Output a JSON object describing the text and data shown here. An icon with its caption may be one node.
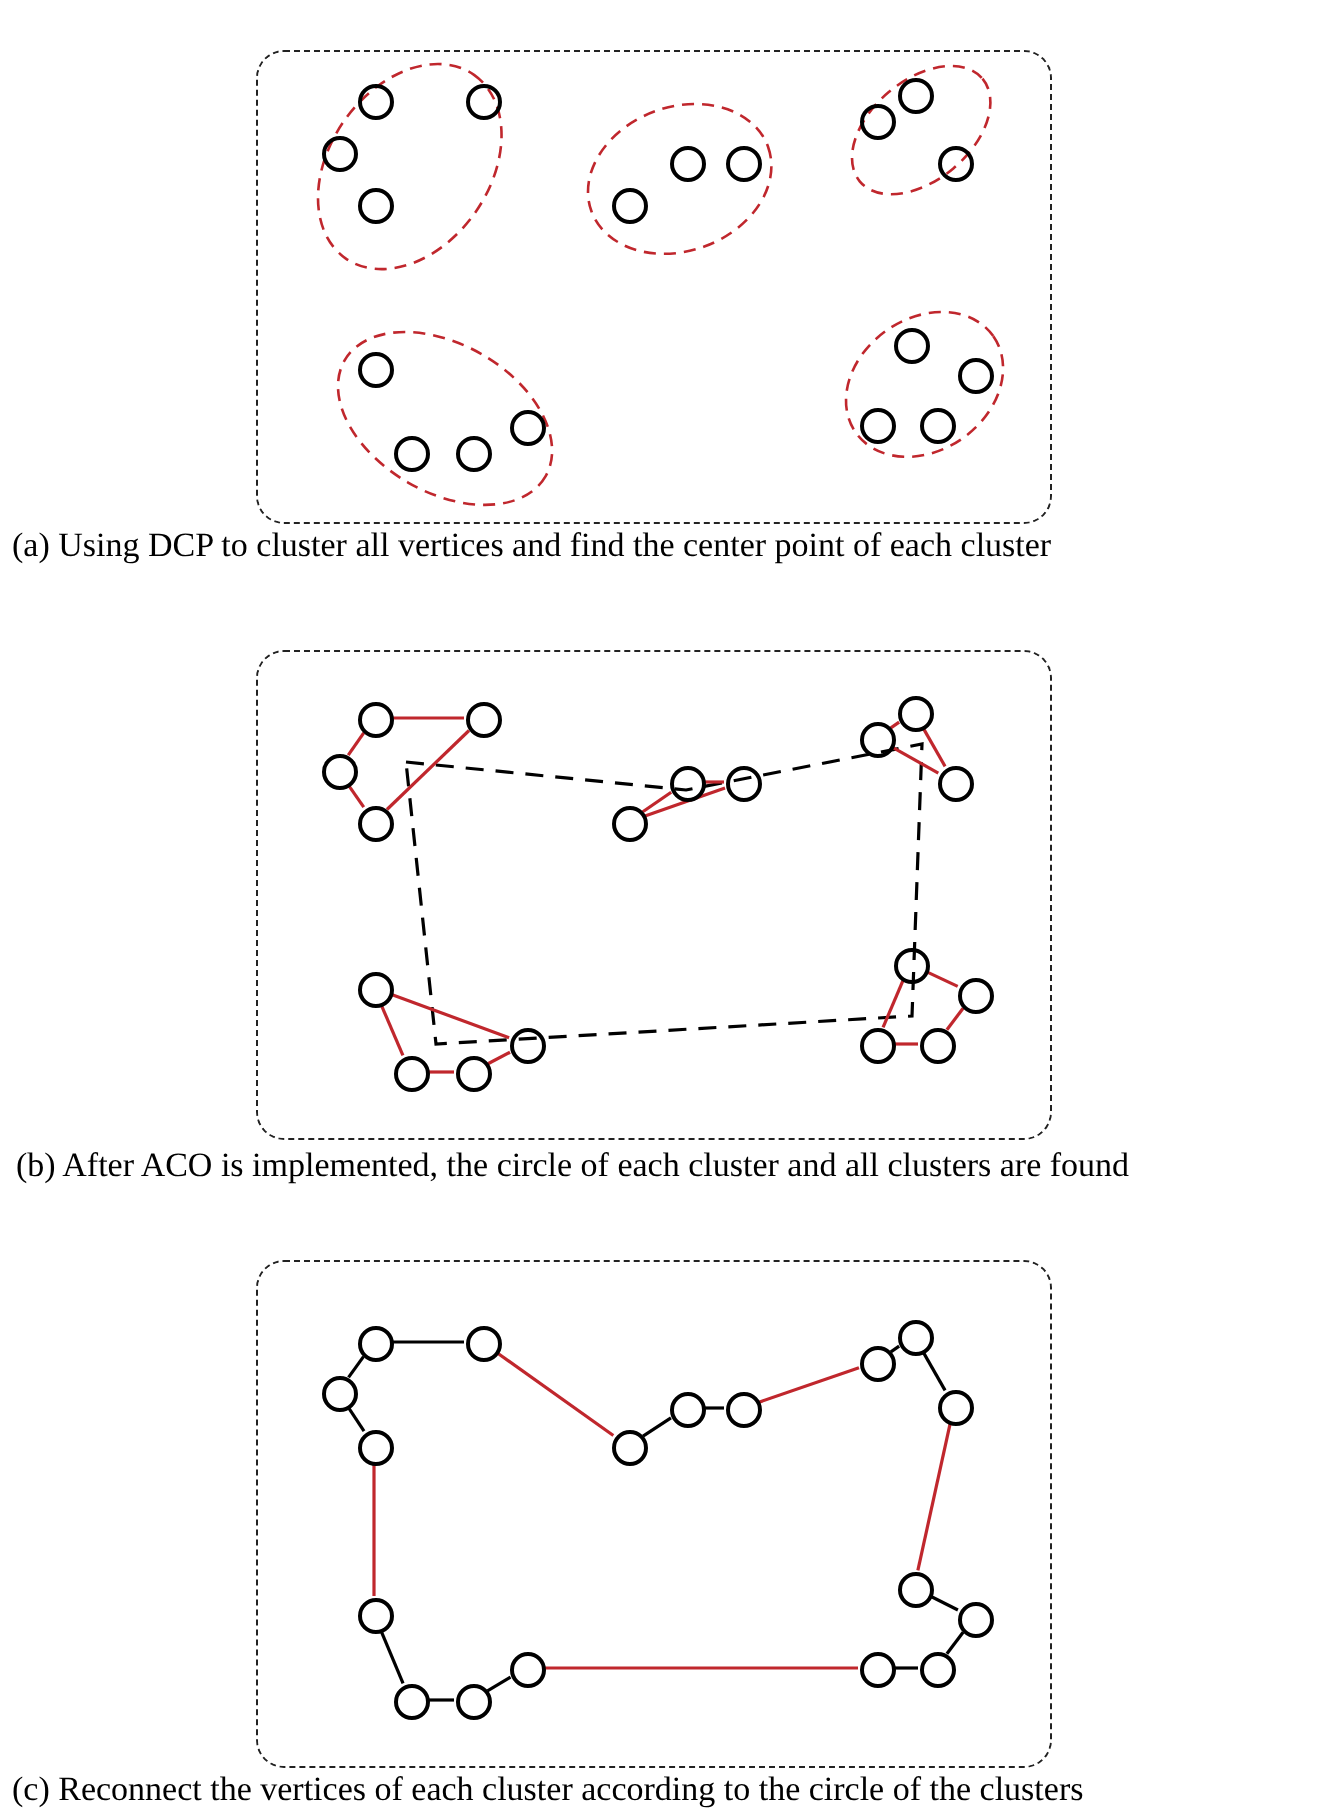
{
  "diagram": {
    "nodes": [
      {
        "text": [],
        "shape": "box",
        "beside": [
          "(a) Using DCP to cluster all vertices and find the center point of each cluster"
        ]
      },
      {
        "text": [],
        "shape": "ellipse",
        "in": 0
      },
      {
        "text": [],
        "shape": "circle",
        "in": 1
      },
      {
        "text": [],
        "shape": "circle",
        "in": 1
      },
      {
        "text": [],
        "shape": "circle",
        "in": 1
      },
      {
        "text": [],
        "shape": "circle",
        "in": 1
      },
      {
        "text": [],
        "shape": "ellipse",
        "in": 0
      },
      {
        "text": [],
        "shape": "circle",
        "in": 6
      },
      {
        "text": [],
        "shape": "circle",
        "in": 6
      },
      {
        "text": [],
        "shape": "circle",
        "in": 6
      },
      {
        "text": [],
        "shape": "ellipse",
        "in": 0
      },
      {
        "text": [],
        "shape": "circle",
        "in": 10
      },
      {
        "text": [],
        "shape": "circle",
        "in": 10
      },
      {
        "text": [],
        "shape": "circle",
        "in": 10
      },
      {
        "text": [],
        "shape": "ellipse",
        "in": 0
      },
      {
        "text": [],
        "shape": "circle",
        "in": 14
      },
      {
        "text": [],
        "shape": "circle",
        "in": 14
      },
      {
        "text": [],
        "shape": "circle",
        "in": 14
      },
      {
        "text": [],
        "shape": "circle",
        "in": 14
      },
      {
        "text": [],
        "shape": "ellipse",
        "in": 0
      },
      {
        "text": [],
        "shape": "circle",
        "in": 19
      },
      {
        "text": [],
        "shape": "circle",
        "in": 19
      },
      {
        "text": [],
        "shape": "circle",
        "in": 19
      },
      {
        "text": [],
        "shape": "circle",
        "in": 19
      },
      {
        "text": [],
        "shape": "box",
        "beside": [
          "(b) After ACO is implemented, the circle of each cluster and all clusters are found"
        ]
      },
      {
        "text": [],
        "shape": "circle",
        "in": 24
      },
      {
        "text": [],
        "shape": "circle",
        "in": 24
      },
      {
        "text": [],
        "shape": "circle",
        "in": 24
      },
      {
        "text": [],
        "shape": "circle",
        "in": 24
      },
      {
        "text": [],
        "shape": "circle",
        "in": 24
      },
      {
        "text": [],
        "shape": "circle",
        "in": 24
      },
      {
        "text": [],
        "shape": "circle",
        "in": 24
      },
      {
        "text": [],
        "shape": "circle",
        "in": 24
      },
      {
        "text": [],
        "shape": "circle",
        "in": 24
      },
      {
        "text": [],
        "shape": "circle",
        "in": 24
      },
      {
        "text": [],
        "shape": "circle",
        "in": 24
      },
      {
        "text": [],
        "shape": "circle",
        "in": 24
      },
      {
        "text": [],
        "shape": "circle",
        "in": 24
      },
      {
        "text": [],
        "shape": "circle",
        "in": 24
      },
      {
        "text": [],
        "shape": "circle",
        "in": 24
      },
      {
        "text": [],
        "shape": "circle",
        "in": 24
      },
      {
        "text": [],
        "shape": "circle",
        "in": 24
      },
      {
        "text": [],
        "shape": "circle",
        "in": 24
      },
      {
        "text": [],
        "shape": "box",
        "beside": [
          "(c) Reconnect the vertices of each cluster according to the circle of the clusters"
        ]
      },
      {
        "text": [],
        "shape": "circle",
        "in": 43
      },
      {
        "text": [],
        "shape": "circle",
        "in": 43
      },
      {
        "text": [],
        "shape": "circle",
        "in": 43
      },
      {
        "text": [],
        "shape": "circle",
        "in": 43
      },
      {
        "text": [],
        "shape": "circle",
        "in": 43
      },
      {
        "text": [],
        "shape": "circle",
        "in": 43
      },
      {
        "text": [],
        "shape": "circle",
        "in": 43
      },
      {
        "text": [],
        "shape": "circle",
        "in": 43
      },
      {
        "text": [],
        "shape": "circle",
        "in": 43
      },
      {
        "text": [],
        "shape": "circle",
        "in": 43
      },
      {
        "text": [],
        "shape": "circle",
        "in": 43
      },
      {
        "text": [],
        "shape": "circle",
        "in": 43
      },
      {
        "text": [],
        "shape": "circle",
        "in": 43
      },
      {
        "text": [],
        "shape": "circle",
        "in": 43
      },
      {
        "text": [],
        "shape": "circle",
        "in": 43
      },
      {
        "text": [],
        "shape": "circle",
        "in": 43
      },
      {
        "text": [],
        "shape": "circle",
        "in": 43
      },
      {
        "text": [],
        "shape": "circle",
        "in": 43
      }
    ],
    "edges": [
      {
        "from": 25,
        "to": 26,
        "arrow": "none"
      },
      {
        "from": 26,
        "to": 28,
        "arrow": "none"
      },
      {
        "from": 28,
        "to": 27,
        "arrow": "none"
      },
      {
        "from": 27,
        "to": 25,
        "arrow": "none"
      },
      {
        "from": 29,
        "to": 31,
        "arrow": "none"
      },
      {
        "from": 29,
        "to": 30,
        "arrow": "none"
      },
      {
        "from": 30,
        "to": 31,
        "arrow": "none"
      },
      {
        "from": 32,
        "to": 33,
        "arrow": "none"
      },
      {
        "from": 33,
        "to": 34,
        "arrow": "none"
      },
      {
        "from": 34,
        "to": 32,
        "arrow": "none"
      },
      {
        "from": 35,
        "to": 38,
        "arrow": "none"
      },
      {
        "from": 38,
        "to": 37,
        "arrow": "none"
      },
      {
        "from": 37,
        "to": 36,
        "arrow": "none"
      },
      {
        "from": 36,
        "to": 35,
        "arrow": "none"
      },
      {
        "from": 39,
        "to": 40,
        "arrow": "none"
      },
      {
        "from": 40,
        "to": 42,
        "arrow": "none"
      },
      {
        "from": 42,
        "to": 41,
        "arrow": "none"
      },
      {
        "from": 41,
        "to": 39,
        "arrow": "none"
      },
      {
        "from": 44,
        "to": 45,
        "arrow": "none",
        "color": "#000000"
      },
      {
        "from": 45,
        "to": 48,
        "arrow": "none"
      },
      {
        "from": 48,
        "to": 49,
        "arrow": "none",
        "color": "#000000"
      },
      {
        "from": 49,
        "to": 50,
        "arrow": "none",
        "color": "#000000"
      },
      {
        "from": 50,
        "to": 51,
        "arrow": "none"
      },
      {
        "from": 51,
        "to": 52,
        "arrow": "none",
        "color": "#000000"
      },
      {
        "from": 52,
        "to": 53,
        "arrow": "none",
        "color": "#000000"
      },
      {
        "from": 53,
        "to": 54,
        "arrow": "none"
      },
      {
        "from": 54,
        "to": 55,
        "arrow": "none",
        "color": "#000000"
      },
      {
        "from": 55,
        "to": 57,
        "arrow": "none",
        "color": "#000000"
      },
      {
        "from": 57,
        "to": 56,
        "arrow": "none",
        "color": "#000000"
      },
      {
        "from": 56,
        "to": 61,
        "arrow": "none"
      },
      {
        "from": 61,
        "to": 60,
        "arrow": "none",
        "color": "#000000"
      },
      {
        "from": 60,
        "to": 59,
        "arrow": "none",
        "color": "#000000"
      },
      {
        "from": 59,
        "to": 58,
        "arrow": "none",
        "color": "#000000"
      },
      {
        "from": 58,
        "to": 47,
        "arrow": "none"
      },
      {
        "from": 47,
        "to": 46,
        "arrow": "none",
        "color": "#000000"
      },
      {
        "from": 46,
        "to": 44,
        "arrow": "none",
        "color": "#000000"
      }
    ]
  }
}
